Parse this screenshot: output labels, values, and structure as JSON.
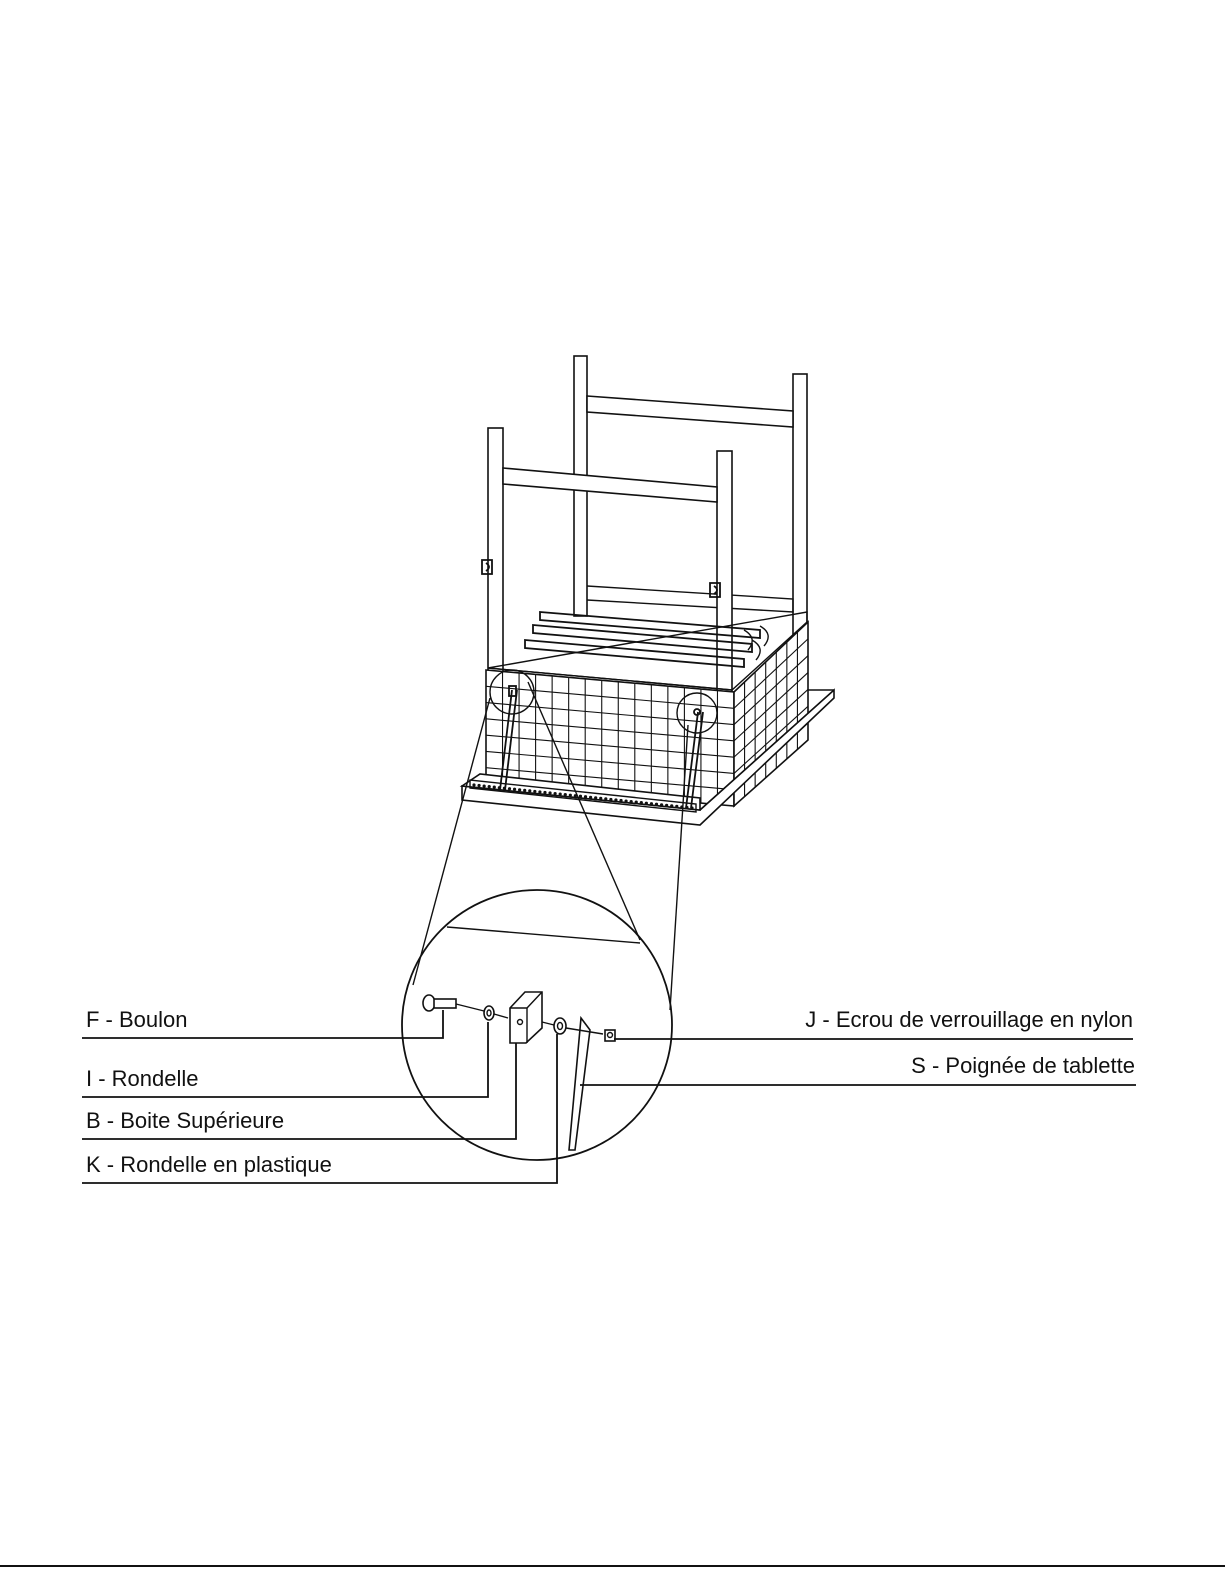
{
  "diagram": {
    "labels_left": [
      {
        "id": "F",
        "text": "F - Boulon"
      },
      {
        "id": "I",
        "text": "I - Rondelle"
      },
      {
        "id": "B",
        "text": "B - Boite Supérieure"
      },
      {
        "id": "K",
        "text": "K - Rondelle en plastique"
      }
    ],
    "labels_right": [
      {
        "id": "J",
        "text": "J - Ecrou de verrouillage en nylon"
      },
      {
        "id": "S",
        "text": "S - Poignée de tablette"
      }
    ]
  }
}
